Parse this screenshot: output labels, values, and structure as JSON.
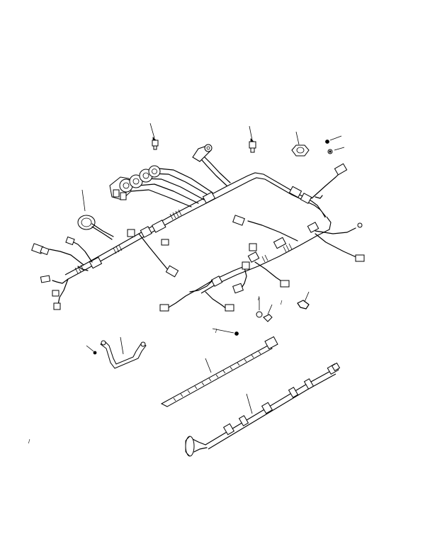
{
  "figure": {
    "callout_marks": [
      "/",
      "/",
      "/",
      "/"
    ]
  },
  "colors": {
    "ink": "#000000",
    "paper": "#ffffff"
  },
  "parts": [
    {
      "name": "main-wiring-harness"
    },
    {
      "name": "sensor-switch-left"
    },
    {
      "name": "sensor-switch-right"
    },
    {
      "name": "hex-nut"
    },
    {
      "name": "screw"
    },
    {
      "name": "lock-washer"
    },
    {
      "name": "grommet"
    },
    {
      "name": "mounting-bracket"
    },
    {
      "name": "cable-tie"
    },
    {
      "name": "branch-wiring-harness"
    },
    {
      "name": "clip"
    },
    {
      "name": "ground-screw"
    }
  ]
}
